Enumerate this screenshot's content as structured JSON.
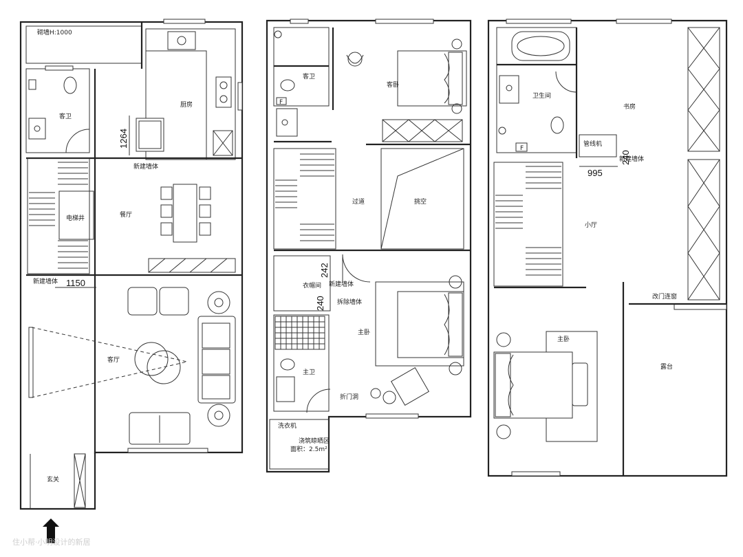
{
  "floor1": {
    "parapet": "砌墙H:1000",
    "guest_bath": "客卫",
    "kitchen": "厨房",
    "new_wall_a": "新建墙体",
    "new_wall_b": "新建墙体",
    "elevator": "电梯井",
    "dining": "餐厅",
    "living": "客厅",
    "entrance": "玄关",
    "dim_1264": "1264",
    "dim_1150": "1150"
  },
  "floor2": {
    "guest_bath": "客卫",
    "guest_bedroom": "客卧",
    "corridor": "过道",
    "void": "挑空",
    "closet": "衣帽间",
    "new_wall": "新建墙体",
    "demolish_wall": "拆除墙体",
    "master_bedroom": "主卧",
    "master_bath": "主卫",
    "folding_door": "折门洞",
    "washer": "洗衣机",
    "laundry_area": "浇筑晾晒区",
    "laundry_size": "面积：2.5m²",
    "dim_242": "242",
    "dim_240": "240",
    "wc_letter": "F"
  },
  "floor3": {
    "bathroom": "卫生间",
    "study": "书房",
    "pipe_machine": "管线机",
    "new_wall": "新建墙体",
    "dim_995": "995",
    "dim_240": "240",
    "small_hall": "小厅",
    "door_window": "改门连窗",
    "master_bedroom": "主卧",
    "terrace": "露台",
    "wc_letter": "F"
  },
  "watermark": "住小帮·小明设计的新居"
}
